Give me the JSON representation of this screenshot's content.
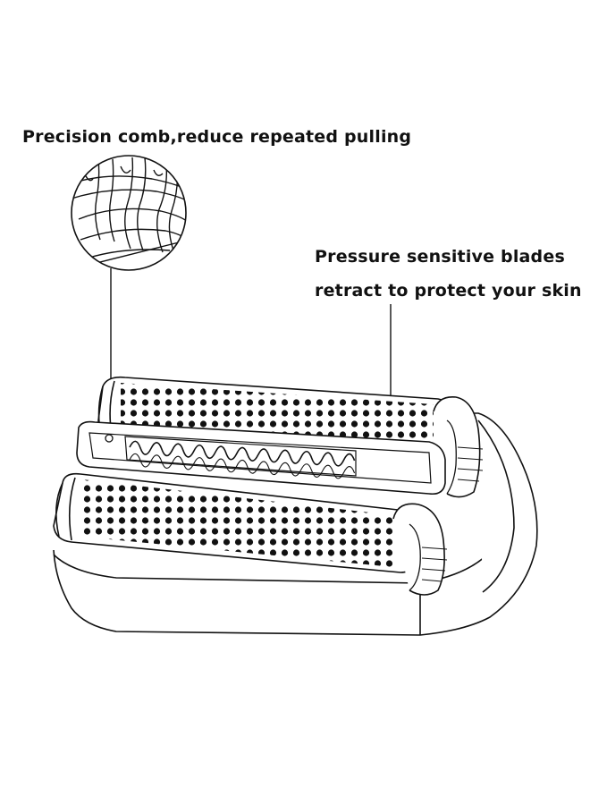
{
  "labels": {
    "comb": "Precision comb,reduce repeated pulling",
    "blades_line1": "Pressure sensitive blades",
    "blades_line2": "retract to protect your skin"
  },
  "colors": {
    "ink": "#111111",
    "background": "#ffffff"
  }
}
